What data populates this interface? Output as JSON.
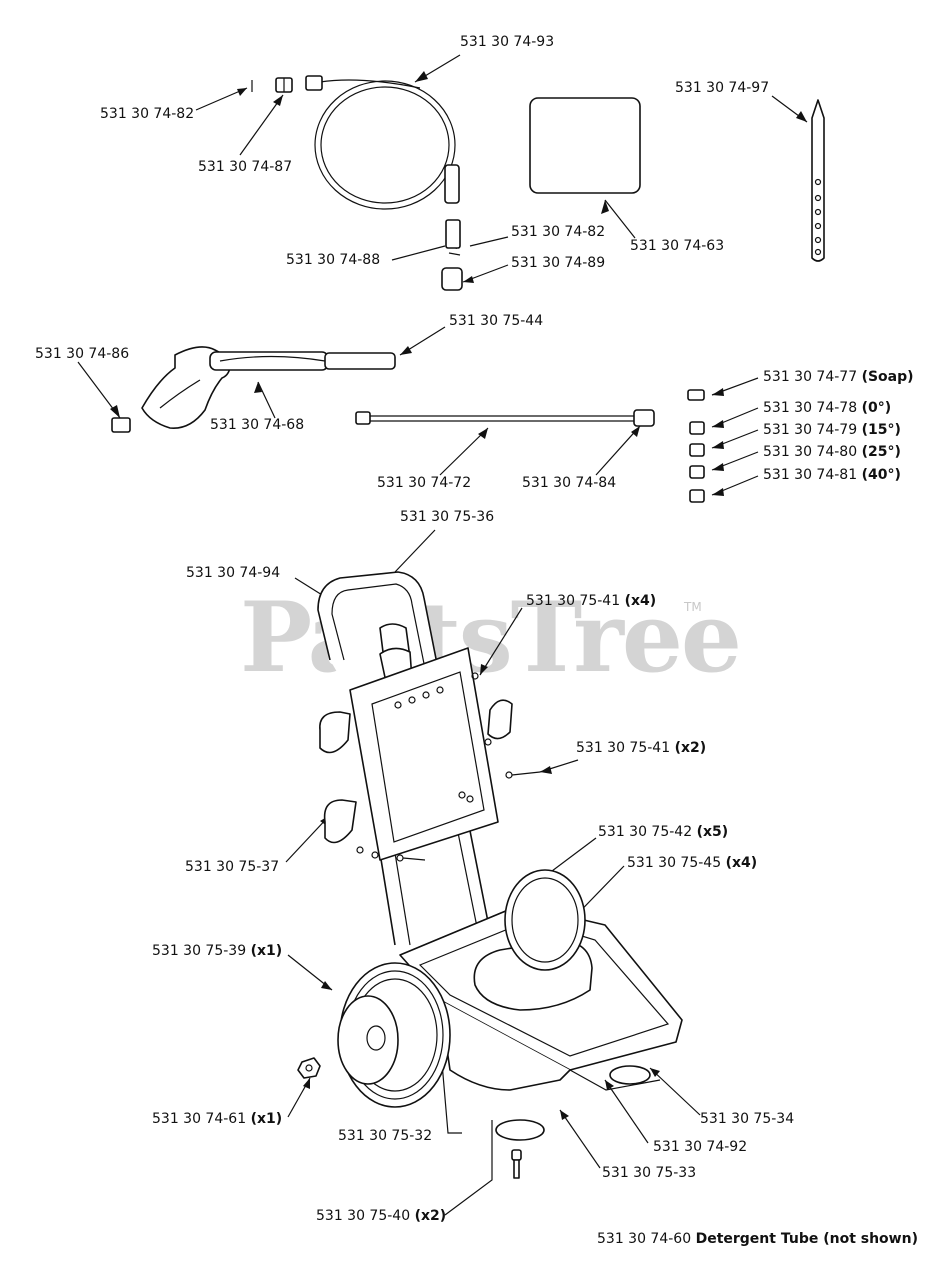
{
  "watermark": {
    "text": "PartsTree",
    "tm": "TM"
  },
  "callouts": [
    {
      "id": "c1",
      "part": "531 30 74-93",
      "suffix": ""
    },
    {
      "id": "c2",
      "part": "531 30 74-82",
      "suffix": ""
    },
    {
      "id": "c3",
      "part": "531 30 74-87",
      "suffix": ""
    },
    {
      "id": "c4",
      "part": "531 30 74-97",
      "suffix": ""
    },
    {
      "id": "c5",
      "part": "531 30 74-82",
      "suffix": ""
    },
    {
      "id": "c6",
      "part": "531 30 74-88",
      "suffix": ""
    },
    {
      "id": "c7",
      "part": "531 30 74-89",
      "suffix": ""
    },
    {
      "id": "c8",
      "part": "531 30 74-63",
      "suffix": ""
    },
    {
      "id": "c9",
      "part": "531 30 75-44",
      "suffix": ""
    },
    {
      "id": "c10",
      "part": "531 30 74-86",
      "suffix": ""
    },
    {
      "id": "c11",
      "part": "531 30 74-68",
      "suffix": ""
    },
    {
      "id": "c12",
      "part": "531 30 74-77",
      "suffix": "(Soap)"
    },
    {
      "id": "c13",
      "part": "531 30 74-78",
      "suffix": "(0°)"
    },
    {
      "id": "c14",
      "part": "531 30 74-79",
      "suffix": "(15°)"
    },
    {
      "id": "c15",
      "part": "531 30 74-80",
      "suffix": "(25°)"
    },
    {
      "id": "c16",
      "part": "531 30 74-81",
      "suffix": "(40°)"
    },
    {
      "id": "c17",
      "part": "531 30 74-72",
      "suffix": ""
    },
    {
      "id": "c18",
      "part": "531 30 74-84",
      "suffix": ""
    },
    {
      "id": "c19",
      "part": "531 30 75-36",
      "suffix": ""
    },
    {
      "id": "c20",
      "part": "531 30 74-94",
      "suffix": ""
    },
    {
      "id": "c21",
      "part": "531 30 75-41",
      "suffix": "(x4)"
    },
    {
      "id": "c22",
      "part": "531 30 75-41",
      "suffix": "(x2)"
    },
    {
      "id": "c23",
      "part": "531 30 75-42",
      "suffix": "(x5)"
    },
    {
      "id": "c24",
      "part": "531 30 75-45",
      "suffix": "(x4)"
    },
    {
      "id": "c25",
      "part": "531 30 75-37",
      "suffix": ""
    },
    {
      "id": "c26",
      "part": "531 30 75-39",
      "suffix": "(x1)"
    },
    {
      "id": "c27",
      "part": "531 30 75-34",
      "suffix": ""
    },
    {
      "id": "c28",
      "part": "531 30 74-61",
      "suffix": "(x1)"
    },
    {
      "id": "c29",
      "part": "531 30 75-32",
      "suffix": ""
    },
    {
      "id": "c30",
      "part": "531 30 74-92",
      "suffix": ""
    },
    {
      "id": "c31",
      "part": "531 30 75-33",
      "suffix": ""
    },
    {
      "id": "c32",
      "part": "531 30 75-40",
      "suffix": "(x2)"
    },
    {
      "id": "c33",
      "part": "531 30 74-60",
      "suffix": "Detergent Tube (not shown)"
    }
  ]
}
